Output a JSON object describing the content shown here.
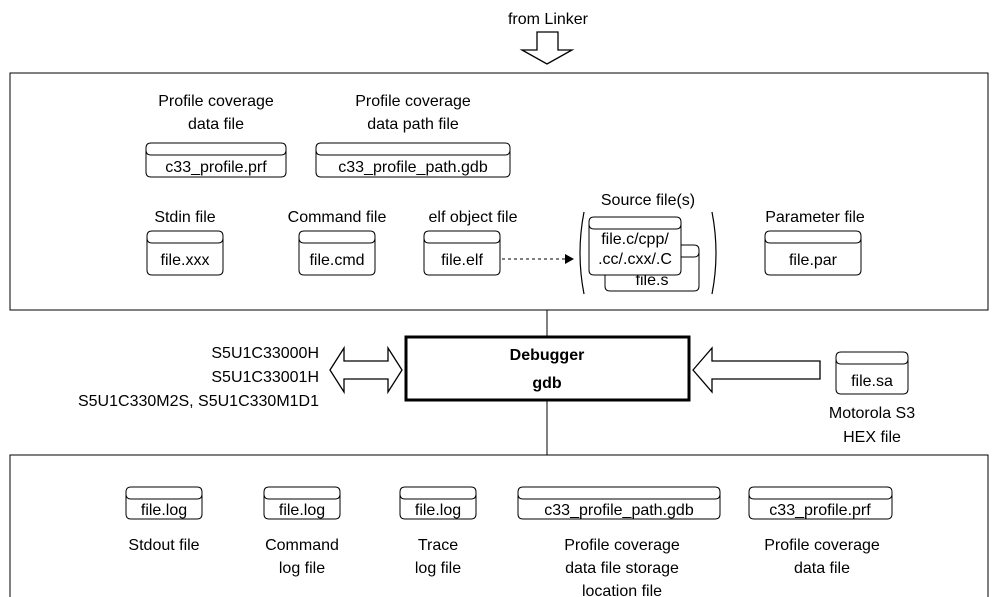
{
  "top_input": {
    "label": "from Linker"
  },
  "input_files": {
    "profile_data": {
      "caption_lines": [
        "Profile coverage",
        "data file"
      ],
      "filename": "c33_profile.prf"
    },
    "profile_path": {
      "caption_lines": [
        "Profile coverage",
        "data path file"
      ],
      "filename": "c33_profile_path.gdb"
    },
    "stdin": {
      "caption": "Stdin file",
      "filename": "file.xxx"
    },
    "command": {
      "caption": "Command file",
      "filename": "file.cmd"
    },
    "elf": {
      "caption": "elf object file",
      "filename": "file.elf"
    },
    "source": {
      "caption": "Source file(s)",
      "filename_lines": [
        "file.c/cpp/",
        ".cc/.cxx/.C"
      ],
      "filename2": "file.s"
    },
    "parameter": {
      "caption": "Parameter file",
      "filename": "file.par"
    }
  },
  "debugger": {
    "line1": "Debugger",
    "line2": "gdb"
  },
  "targets": {
    "lines": [
      "S5U1C33000H",
      "S5U1C33001H",
      "S5U1C330M2S, S5U1C330M1D1"
    ]
  },
  "hex_file": {
    "filename": "file.sa",
    "caption_lines": [
      "Motorola S3",
      "HEX file"
    ]
  },
  "output_files": [
    {
      "filename": "file.log",
      "caption_lines": [
        "Stdout file"
      ]
    },
    {
      "filename": "file.log",
      "caption_lines": [
        "Command",
        "log file"
      ]
    },
    {
      "filename": "file.log",
      "caption_lines": [
        "Trace",
        "log file"
      ]
    },
    {
      "filename": "c33_profile_path.gdb",
      "caption_lines": [
        "Profile coverage",
        "data file storage",
        "location file"
      ]
    },
    {
      "filename": "c33_profile.prf",
      "caption_lines": [
        "Profile coverage",
        "data file"
      ]
    }
  ]
}
